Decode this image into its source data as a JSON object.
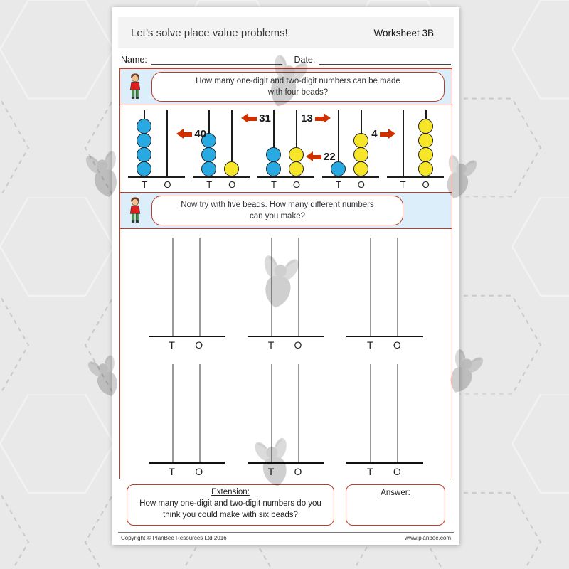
{
  "header": {
    "title": "Let’s solve place value problems!",
    "worksheet_label": "Worksheet 3B"
  },
  "fields": {
    "name_label": "Name:",
    "date_label": "Date:"
  },
  "abacus_labels": {
    "tens": "T",
    "ones": "O"
  },
  "section1": {
    "prompt_line1": "How many one-digit and two-digit numbers can be made",
    "prompt_line2": "with four beads?",
    "abacuses": [
      {
        "value": "40",
        "tens": 4,
        "ones": 0,
        "arrow": "left"
      },
      {
        "value": "31",
        "tens": 3,
        "ones": 1,
        "arrow": "left"
      },
      {
        "value": "22",
        "tens": 2,
        "ones": 2,
        "arrow": "left"
      },
      {
        "value": "13",
        "tens": 1,
        "ones": 3,
        "arrow": "right"
      },
      {
        "value": "4",
        "tens": 0,
        "ones": 4,
        "arrow": "right"
      }
    ]
  },
  "section2": {
    "prompt_line1": "Now try with five beads. How many different numbers",
    "prompt_line2": "can you make?",
    "blank_abacus_count": 6
  },
  "extension": {
    "title": "Extension:",
    "text": "How many one-digit and two-digit numbers do you think you could make with six beads?"
  },
  "answer_box": {
    "title": "Answer:"
  },
  "footer": {
    "copyright": "Copyright © PlanBee Resources Ltd 2016",
    "website": "www.planbee.com"
  },
  "icons": {
    "child": "child-icon",
    "bee": "bee-icon",
    "arrow_left": "arrow-left-icon",
    "arrow_right": "arrow-right-icon"
  },
  "colors": {
    "accent_red": "#bf3b24",
    "banner_blue": "#dceef9",
    "bead_blue": "#29a9e1",
    "bead_yellow": "#f7e52a",
    "arrow_red": "#d03000"
  }
}
